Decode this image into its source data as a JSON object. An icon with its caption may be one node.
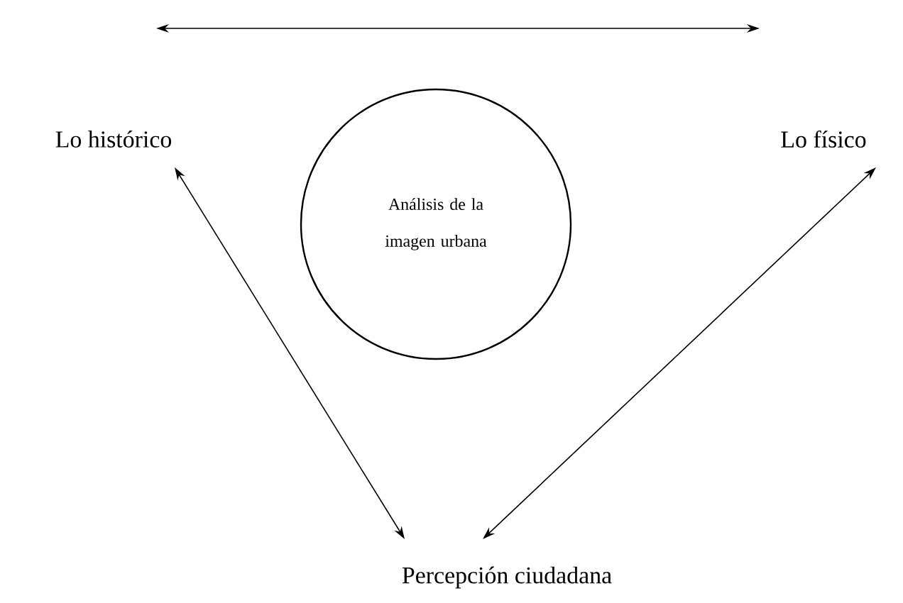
{
  "diagram": {
    "nodes": [
      {
        "text": [
          "Lo histórico"
        ]
      },
      {
        "text": [
          "Lo físico"
        ]
      },
      {
        "text": [
          "Análisis de la imagen urbana"
        ]
      },
      {
        "text": [
          "Percepción ciudadana"
        ]
      }
    ],
    "edges": [
      {
        "from": 0,
        "to": 1,
        "arrow": "both"
      },
      {
        "from": 0,
        "to": 3,
        "arrow": "both"
      },
      {
        "from": 1,
        "to": 3,
        "arrow": "both"
      }
    ]
  }
}
